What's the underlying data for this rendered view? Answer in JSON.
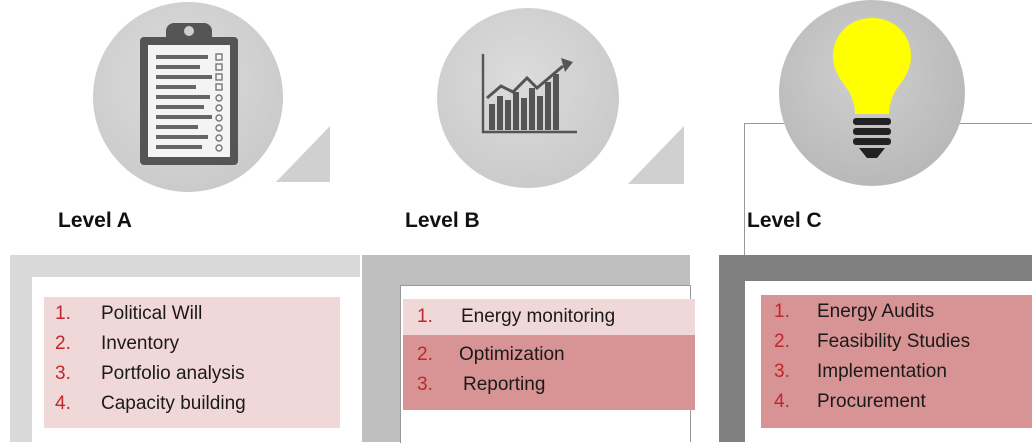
{
  "levels": [
    {
      "title": "Level A",
      "icon": "clipboard-checklist-icon",
      "items": [
        {
          "num": "1.",
          "label": "Political Will"
        },
        {
          "num": "2.",
          "label": "Inventory"
        },
        {
          "num": "3.",
          "label": "Portfolio analysis"
        },
        {
          "num": "4.",
          "label": "Capacity building"
        }
      ]
    },
    {
      "title": "Level B",
      "icon": "bar-chart-trend-icon",
      "items": [
        {
          "num": "1.",
          "label": "Energy monitoring"
        },
        {
          "num": "2.",
          "label": "Optimization"
        },
        {
          "num": "3.",
          "label": "Reporting"
        }
      ]
    },
    {
      "title": "Level C",
      "icon": "light-bulb-icon",
      "items": [
        {
          "num": "1.",
          "label": "Energy Audits"
        },
        {
          "num": "2.",
          "label": "Feasibility Studies"
        },
        {
          "num": "3.",
          "label": "Implementation"
        },
        {
          "num": "4.",
          "label": "Procurement"
        }
      ]
    }
  ],
  "colors": {
    "number_red": "#c0272d",
    "highlight_light": "#f0d7d8",
    "highlight_dark": "#d89494",
    "bulb_yellow": "#ffff00",
    "circle_gray": "#cfcfcf"
  }
}
